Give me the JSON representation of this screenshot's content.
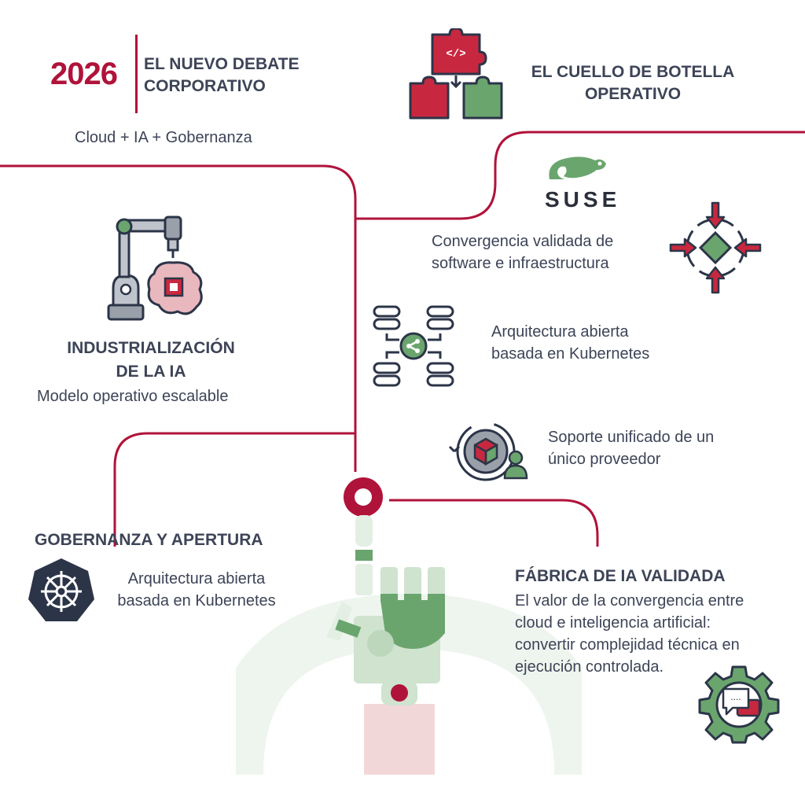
{
  "header": {
    "year": "2026",
    "title_line1": "EL NUEVO DEBATE",
    "title_line2": "CORPORATIVO",
    "subtitle": "Cloud + IA + Gobernanza"
  },
  "bottleneck": {
    "title_line1": "EL CUELLO DE BOTELLA",
    "title_line2": "OPERATIVO"
  },
  "suse": {
    "logo_text": "SUSE",
    "convergence_line1": "Convergencia validada de",
    "convergence_line2": "software e infraestructura",
    "arch_line1": "Arquitectura abierta",
    "arch_line2": "basada en Kubernetes",
    "support_line1": "Soporte unificado de un",
    "support_line2": "único proveedor"
  },
  "industrialization": {
    "title_line1": "INDUSTRIALIZACIÓN",
    "title_line2": "DE LA IA",
    "subtitle": "Modelo operativo escalable"
  },
  "governance": {
    "title": "GOBERNANZA Y APERTURA",
    "text_line1": "Arquitectura abierta",
    "text_line2": "basada en Kubernetes"
  },
  "factory": {
    "title": "FÁBRICA DE IA VALIDADA",
    "line1": "El valor de la convergencia entre",
    "line2": "cloud e inteligencia artificial:",
    "line3": "convertir complejidad técnica en",
    "line4": "ejecución controlada."
  },
  "colors": {
    "crimson": "#b0133a",
    "navy": "#2c3548",
    "green": "#6aa56e",
    "light_green": "#cfe3cf",
    "pink": "#e9c6c9",
    "text": "#3d4457"
  },
  "icons": [
    "puzzle-code-icon",
    "suse-chameleon-icon",
    "converge-arrows-icon",
    "server-network-icon",
    "support-cube-icon",
    "robot-arm-brain-icon",
    "kubernetes-helm-icon",
    "gear-chat-icon",
    "robot-hand-illustration"
  ]
}
